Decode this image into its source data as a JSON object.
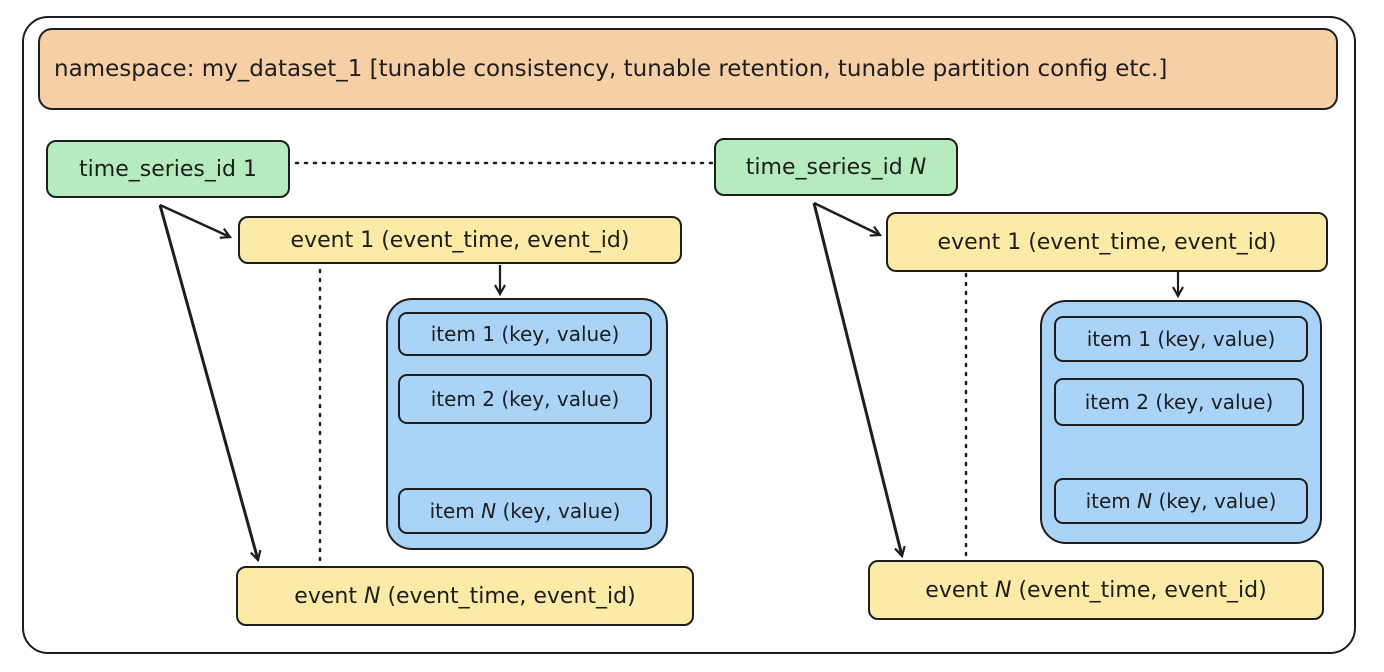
{
  "namespace": {
    "label": "namespace: my_dataset_1 [tunable consistency, tunable retention, tunable partition config etc.]"
  },
  "series": [
    {
      "id_label": "time_series_id",
      "id_suffix": "1",
      "first_event": "event 1 (event_time, event_id)",
      "last_event_prefix": "event",
      "last_event_n": "N",
      "last_event_suffix": "(event_time, event_id)",
      "items": [
        {
          "prefix": "item",
          "n": "1",
          "suffix": "(key, value)"
        },
        {
          "prefix": "item",
          "n": "2",
          "suffix": "(key, value)"
        },
        {
          "prefix": "item",
          "n": "N",
          "suffix": "(key, value)"
        }
      ]
    },
    {
      "id_label": "time_series_id",
      "id_suffix": "N",
      "first_event": "event 1 (event_time, event_id)",
      "last_event_prefix": "event",
      "last_event_n": "N",
      "last_event_suffix": "(event_time, event_id)",
      "items": [
        {
          "prefix": "item",
          "n": "1",
          "suffix": "(key, value)"
        },
        {
          "prefix": "item",
          "n": "2",
          "suffix": "(key, value)"
        },
        {
          "prefix": "item",
          "n": "N",
          "suffix": "(key, value)"
        }
      ]
    }
  ],
  "colors": {
    "namespace": "#f7cfa6",
    "time_series": "#b5ebbd",
    "event": "#fbeba6",
    "items_group": "#a9d3f7",
    "stroke": "#1e1e1e"
  }
}
